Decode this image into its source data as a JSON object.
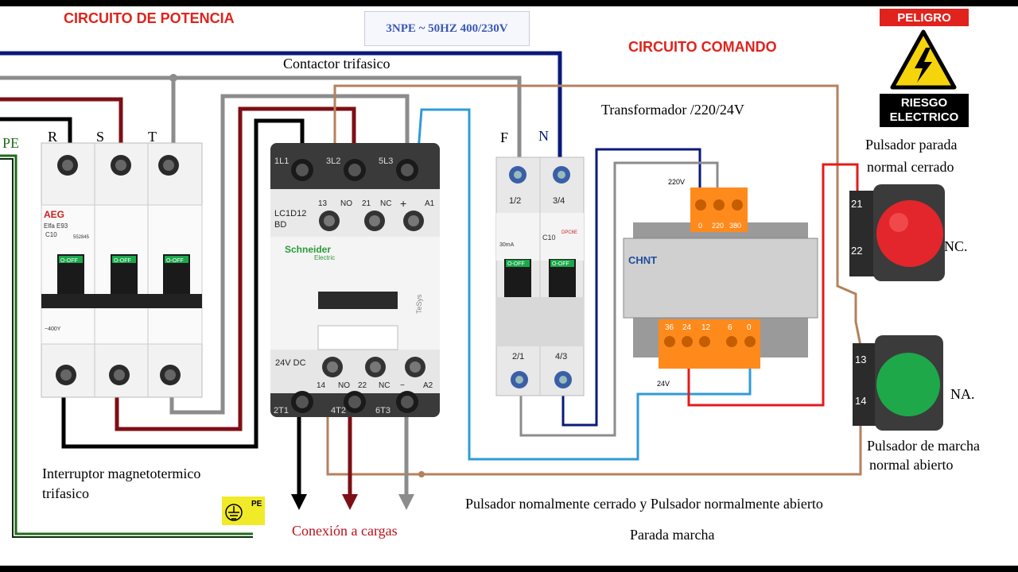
{
  "titles": {
    "power_circuit": "CIRCUITO DE POTENCIA",
    "control_circuit": "CIRCUITO COMANDO",
    "supply": "3NPE ~ 50HZ   400/230V"
  },
  "warning": {
    "peligro": "PELIGRO",
    "riesgo_line1": "RIESGO",
    "riesgo_line2": "ELECTRICO"
  },
  "labels": {
    "contactor": "Contactor trifasico",
    "transformer": "Transformador /220/24V",
    "stop_button_line1": "Pulsador parada",
    "stop_button_line2": "normal cerrado",
    "nc": "NC.",
    "na": "NA.",
    "start_button_line1": "Pulsador de marcha",
    "start_button_line2": "normal abierto",
    "breaker_line1": "Interruptor magnetotermico",
    "breaker_line2": "trifasico",
    "loads": "Conexión a cargas",
    "bottom_line1": "Pulsador nomalmente cerrado y Pulsador normalmente abierto",
    "bottom_line2": "Parada marcha"
  },
  "phases": {
    "r": "R",
    "s": "S",
    "t": "T",
    "pe": "PE",
    "f": "F",
    "n": "N"
  },
  "breaker_3p": {
    "brand": "AEG",
    "model": "Elfa E93",
    "rating": "C10",
    "serial": "552845",
    "toggle": "O-OFF",
    "voltage": "~400Y"
  },
  "contactor": {
    "model_line1": "LC1D12",
    "model_line2": "BD",
    "brand": "Schneider",
    "brand_sub": "Electric",
    "coil": "24V DC",
    "series": "TeSys",
    "top_terminals": [
      "1L1",
      "3L2",
      "5L3"
    ],
    "aux_top": [
      "13",
      "NO",
      "21",
      "NC",
      "+",
      "A1"
    ],
    "aux_bottom": [
      "14",
      "NO",
      "22",
      "NC",
      "−",
      "A2"
    ],
    "bottom_terminals": [
      "2T1",
      "4T2",
      "6T3"
    ]
  },
  "breaker_2p": {
    "top_terminals": [
      "1/2",
      "3/4"
    ],
    "bottom_terminals": [
      "2/1",
      "4/3"
    ],
    "rating": "C10",
    "ma": "30mA",
    "toggle": "O-OFF",
    "model": "DPC6E"
  },
  "transformer": {
    "input": "220V",
    "output": "24V",
    "brand": "CHNT",
    "in_terminals": [
      "0",
      "220",
      "380"
    ],
    "out_terminals": [
      "36",
      "24",
      "12",
      "6",
      "0"
    ]
  },
  "buttons": {
    "stop": {
      "t1": "21",
      "t2": "22",
      "color": "#e2262b"
    },
    "start": {
      "t1": "13",
      "t2": "14",
      "color": "#1ea84a"
    }
  },
  "pe_badge": "PE",
  "colors": {
    "blue": "#0a1a7a",
    "gray": "#8c8c8c",
    "darkred": "#7d0f15",
    "black": "#000000",
    "brown": "#b5815d",
    "lightblue": "#2f9bd8",
    "red": "#e41b1b",
    "green": "#1f6b1a",
    "title_red": "#e0231c"
  }
}
